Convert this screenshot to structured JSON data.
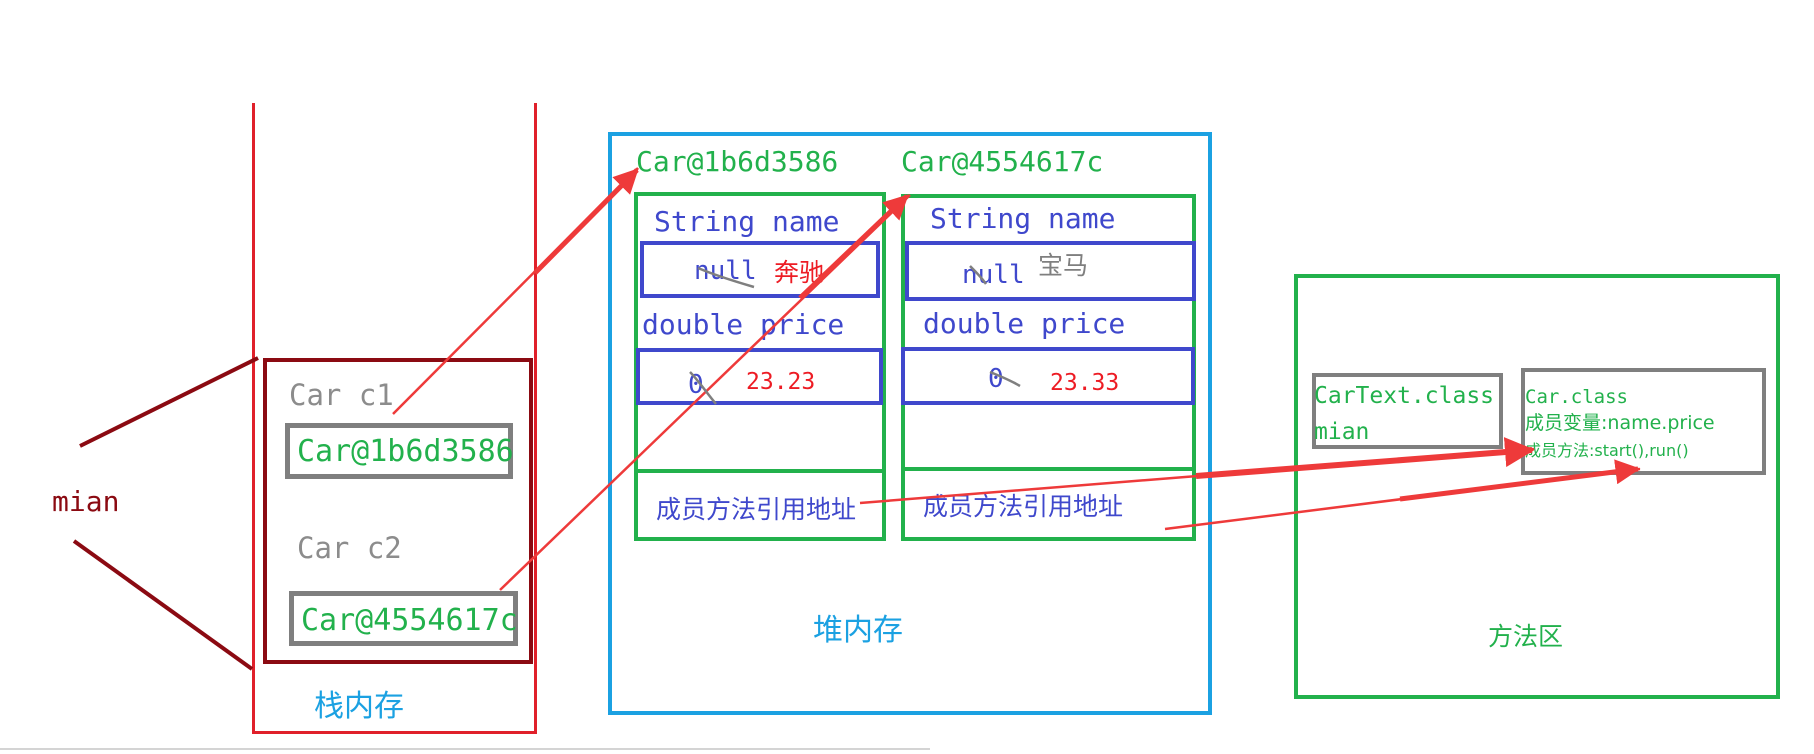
{
  "colors": {
    "stack_red": "#e0202a",
    "frame_darkred": "#8b0a12",
    "heap_blue": "#1ba1e2",
    "green": "#22b14c",
    "indigo": "#3f48cc",
    "grey": "#7f7f7f",
    "arrow_red": "#ee3a3a",
    "text_red": "#ed1c24"
  },
  "stack": {
    "title": "栈内存",
    "frame_label": "mian",
    "var1_label": "Car c1",
    "var1_value": "Car@1b6d3586",
    "var2_label": "Car c2",
    "var2_value": "Car@4554617c"
  },
  "heap": {
    "title": "堆内存",
    "objects": [
      {
        "address": "Car@1b6d3586",
        "field1_decl": "String name",
        "field1_old": "null",
        "field1_new": "奔驰",
        "field2_decl": "double price",
        "field2_old": "0",
        "field2_new": "23.23",
        "method_ref": "成员方法引用地址"
      },
      {
        "address": "Car@4554617c",
        "field1_decl": "String name",
        "field1_old": "null",
        "field1_new": "宝马",
        "field2_decl": "double price",
        "field2_old": "0",
        "field2_new": "23.33",
        "method_ref": "成员方法引用地址"
      }
    ]
  },
  "method_area": {
    "title": "方法区",
    "class1_name": "CarText.class",
    "class1_method": "mian",
    "class2_name": "Car.class",
    "class2_fields": "成员变量:name.price",
    "class2_methods": "成员方法:start(),run()"
  }
}
